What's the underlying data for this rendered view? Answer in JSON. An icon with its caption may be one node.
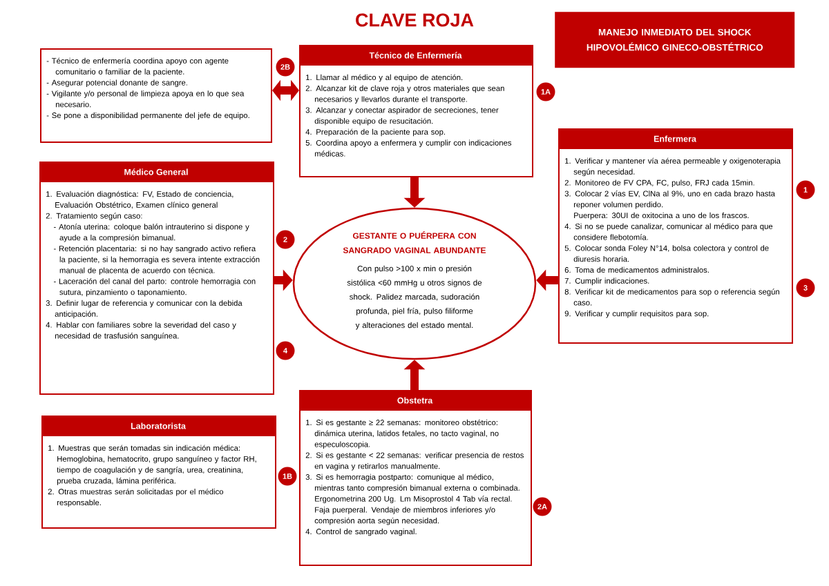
{
  "diagram": {
    "title": "CLAVE ROJA",
    "nodes": [
      {
        "text": [
          "- Técnico de enfermería coordina apoyo con agente comunitario o familiar de la paciente.",
          "- Asegurar potencial donante de sangre.",
          "- Vigilante y/o personal de limpieza apoya en lo que sea necesario.",
          "- Se pone a disponibilidad permanente del jefe de equipo."
        ]
      },
      {
        "text": [
          "Técnico de Enfermería",
          "1. Llamar al médico y al equipo de atención.",
          "2. Alcanzar kit de clave roja y otros materiales que sean necesarios y llevarlos durante el transporte.",
          "3. Alcanzar y conectar aspirador de secreciones, tener disponible equipo de resucitación.",
          "4. Preparación de la paciente para sop.",
          "5. Coordina apoyo a enfermera y cumplir con indicaciones médicas."
        ]
      },
      {
        "text": [
          "MANEJO INMEDIATO DEL SHOCK HIPOVOLÉMICO GINECO-OBSTÉTRICO"
        ]
      },
      {
        "text": [
          "Enfermera",
          "1. Verificar y mantener vía aérea permeable y oxigenoterapia según necesidad.",
          "2. Monitoreo de FV CPA, FC, pulso, FRJ cada 15min.",
          "3. Colocar 2 vías EV, ClNa al 9%, uno en cada brazo hasta reponer volumen perdido.",
          "Puerpera: 30UI de oxitocina a uno de los frascos.",
          "4. Si no se puede canalizar, comunicar al médico para que considere flebotomía.",
          "5. Colocar sonda Foley N°14, bolsa colectora y control de diuresis horaria.",
          "6. Toma de medicamentos administralos.",
          "7. Cumplir indicaciones.",
          "8. Verificar kit de medicamentos para sop o referencia según caso.",
          "9. Verificar y cumplir requisitos para sop."
        ]
      },
      {
        "text": [
          "Médico General",
          "1. Evaluación diagnóstica: FV, Estado de conciencia, Evaluación Obstétrico, Examen clínico general",
          "2. Tratamiento según caso:",
          "- Atonía uterina: coloque balón intrauterino si dispone y ayude a la compresión bimanual.",
          "- Retención placentaria: si no hay sangrado activo refiera la paciente, si la hemorragia es severa intente extracción manual de placenta de acuerdo con técnica.",
          "- Laceración del canal del parto: controle hemorragia con sutura, pinzamiento o taponamiento.",
          "3. Definir lugar de referencia y comunicar con la debida anticipación.",
          "4. Hablar con familiares sobre la severidad del caso y necesidad de trasfusión sanguínea."
        ]
      },
      {
        "text": [
          "GESTANTE O PUÉRPERA CON SANGRADO VAGINAL ABUNDANTE",
          "Con pulso >100 x min o presión sistólica <60 mmHg u otros signos de shock. Palidez marcada, sudoración profunda, piel fría, pulso filiforme y alteraciones del estado mental."
        ]
      },
      {
        "text": [
          "Obstetra",
          "1. Si es gestante ≥ 22 semanas: monitoreo obstétrico: dinámica uterina, latidos fetales, no tacto vaginal, no especuloscopia.",
          "2. Si es gestante < 22 semanas: verificar presencia de restos en vagina y retirarlos manualmente.",
          "3. Si es hemorragia postparto: comunique al médico, mientras tanto compresión bimanual externa o combinada. Ergonometrina 200 Ug. Lm Misoprostol 4 Tab vía rectal. Faja puerperal. Vendaje de miembros inferiores y/o compresión aorta según necesidad.",
          "4. Control de sangrado vaginal."
        ]
      },
      {
        "text": [
          "Laboratorista",
          "1. Muestras que serán tomadas sin indicación médica: Hemoglobina, hematocrito, grupo sanguíneo y factor RH, tiempo de coagulación y de sangría, urea, creatinina, prueba cruzada, lámina periférica.",
          "2. Otras muestras serán solicitadas por el médico responsable."
        ]
      },
      {
        "text": [
          "2B"
        ]
      },
      {
        "text": [
          "1A"
        ]
      },
      {
        "text": [
          "1"
        ]
      },
      {
        "text": [
          "2"
        ]
      },
      {
        "text": [
          "3"
        ]
      },
      {
        "text": [
          "4"
        ]
      },
      {
        "text": [
          "1B"
        ]
      },
      {
        "text": [
          "2A"
        ]
      }
    ],
    "edges": [
      {
        "from": 0,
        "to": 1,
        "arrow": "both"
      },
      {
        "from": 1,
        "to": 5,
        "arrow": "to"
      },
      {
        "from": 4,
        "to": 5,
        "arrow": "to"
      },
      {
        "from": 3,
        "to": 5,
        "arrow": "to"
      },
      {
        "from": 6,
        "to": 5,
        "arrow": "to"
      }
    ]
  }
}
